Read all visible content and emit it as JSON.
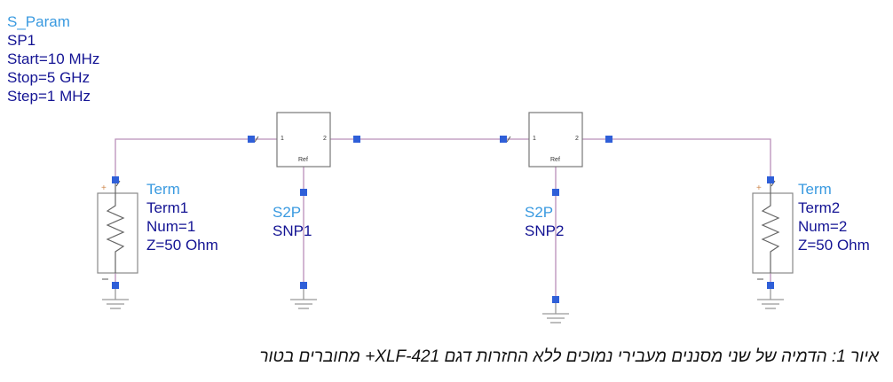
{
  "sparam": {
    "type": "S_Param",
    "name": "SP1",
    "start": "Start=10 MHz",
    "stop": "Stop=5 GHz",
    "step": "Step=1 MHz"
  },
  "term1": {
    "type": "Term",
    "name": "Term1",
    "num": "Num=1",
    "z": "Z=50 Ohm"
  },
  "term2": {
    "type": "Term",
    "name": "Term2",
    "num": "Num=2",
    "z": "Z=50 Ohm"
  },
  "snp1": {
    "type": "S2P",
    "name": "SNP1",
    "port1": "1",
    "port2": "2",
    "ref": "Ref"
  },
  "snp2": {
    "type": "S2P",
    "name": "SNP2",
    "port1": "1",
    "port2": "2",
    "ref": "Ref"
  },
  "caption": "איור 1:  הדמיה של שני מסננים מעבירי נמוכים ללא החזרות דגם XLF-421+ מחוברים בטור",
  "colors": {
    "wire": "#b98fb9",
    "node": "#2f5fd8",
    "type": "#3a9ae0",
    "label": "#141494"
  }
}
